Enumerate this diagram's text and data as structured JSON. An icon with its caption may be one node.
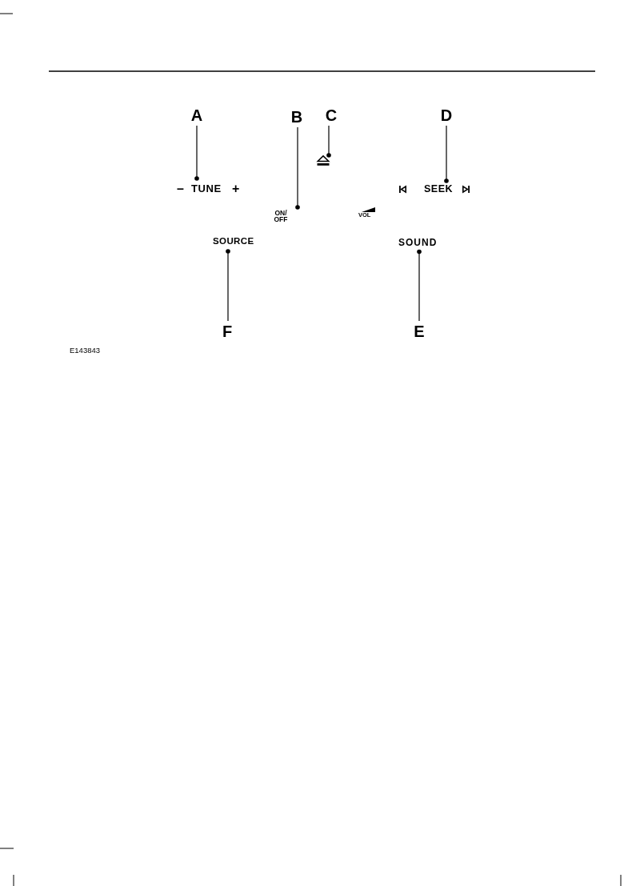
{
  "diagram": {
    "nodes": [
      {
        "text": [
          "A"
        ]
      },
      {
        "text": [
          "B"
        ]
      },
      {
        "text": [
          "C"
        ]
      },
      {
        "text": [
          "D"
        ]
      },
      {
        "text": [],
        "shape": "picture"
      },
      {
        "text": [
          "TUNE"
        ]
      },
      {
        "text": [
          "SEEK"
        ]
      },
      {
        "text": [
          "ON/ OFF"
        ]
      },
      {
        "text": [
          "SOURCE"
        ]
      },
      {
        "text": [
          "SOUND"
        ]
      },
      {
        "text": [
          "F"
        ]
      },
      {
        "text": [
          "E"
        ]
      }
    ],
    "edges": [
      {
        "from": 0,
        "to": 5,
        "arrow": "other"
      },
      {
        "from": 1,
        "to": 7,
        "arrow": "other"
      },
      {
        "from": 2,
        "to": 4,
        "arrow": "other"
      },
      {
        "from": 3,
        "to": 6,
        "arrow": "other"
      },
      {
        "from": 10,
        "to": 8,
        "arrow": "other"
      },
      {
        "from": 11,
        "to": 9,
        "arrow": "other"
      }
    ],
    "labels": [
      "–",
      "+",
      "VOL",
      "E143843"
    ]
  }
}
